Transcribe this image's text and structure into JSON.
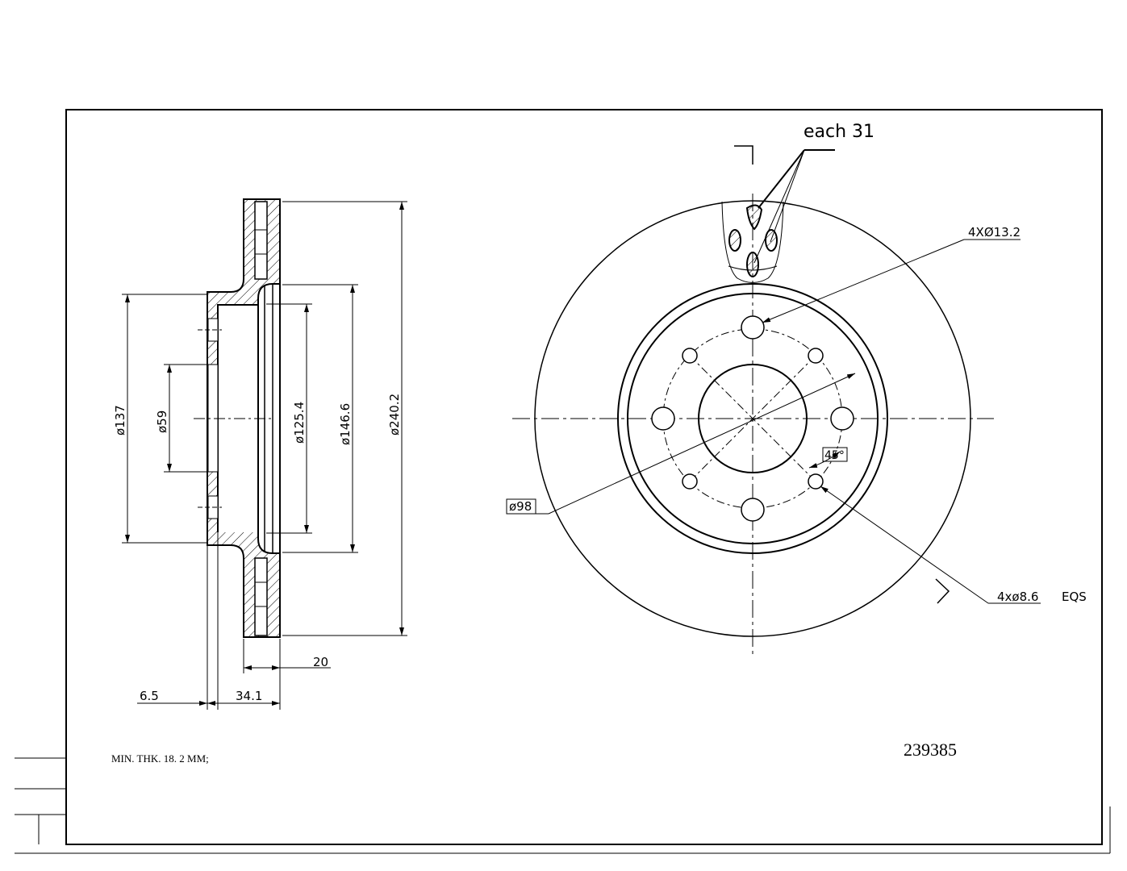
{
  "drawing": {
    "note_each": "each 31",
    "holes_large": "4XØ13.2",
    "holes_small": "4xø8.6",
    "holes_small_suffix": "EQS",
    "pcd": "ø98",
    "angle": "45°",
    "dia_outer": "ø240.2",
    "dia_146": "ø146.6",
    "dia_125": "ø125.4",
    "dia_137": "ø137",
    "dia_59": "ø59",
    "thk": "20",
    "height": "34.1",
    "offset": "6.5",
    "min_thk": "MIN.  THK. 18. 2  MM;",
    "part_number": "239385"
  }
}
